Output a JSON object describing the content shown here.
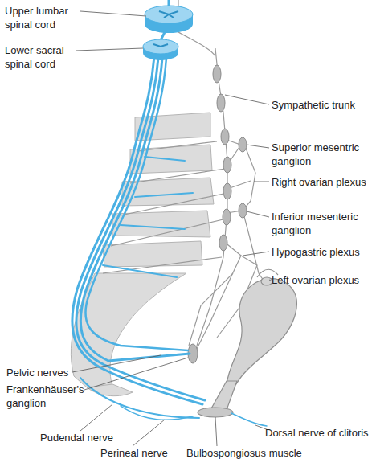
{
  "diagram": {
    "labels": [
      "Upper lumbar spinal cord",
      "Lower sacral spinal cord",
      "Sympathetic trunk",
      "Superior mesentric ganglion",
      "Right ovarian plexus",
      "Inferior mesenteric ganglion",
      "Hypogastric plexus",
      "Left ovarian plexus",
      "Pelvic nerves",
      "Frankenhäuser's ganglion",
      "Pudendal nerve",
      "Perineal nerve",
      "Bulbospongiosus muscle",
      "Dorsal nerve of clitoris"
    ]
  }
}
